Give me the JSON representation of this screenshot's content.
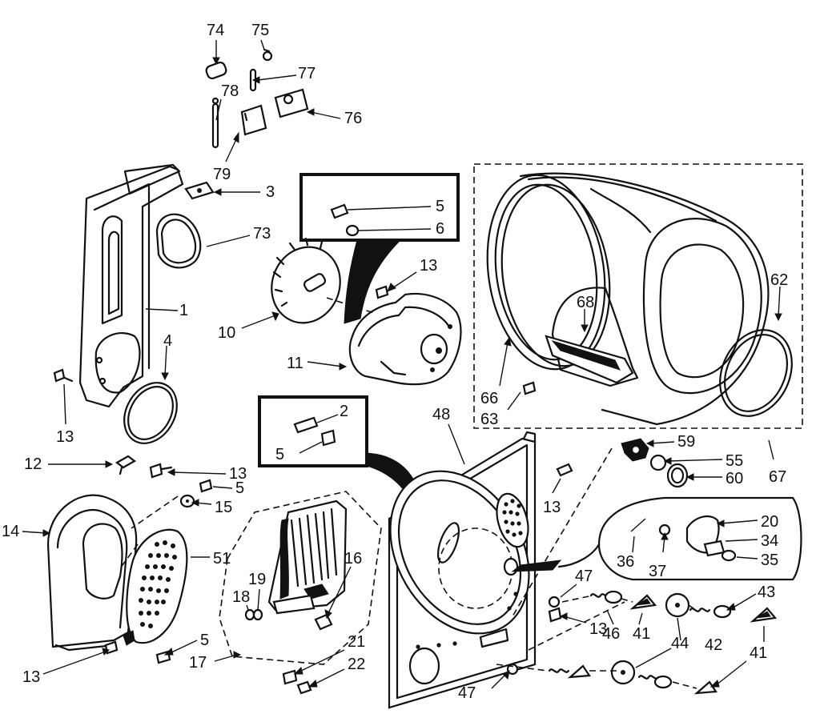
{
  "labels": {
    "p74": "74",
    "p75": "75",
    "p77": "77",
    "p78": "78",
    "p76": "76",
    "p79": "79",
    "p3": "3",
    "p73": "73",
    "p1": "1",
    "p4": "4",
    "p13a": "13",
    "p5a": "5",
    "p6": "6",
    "p13b": "13",
    "p10": "10",
    "p11": "11",
    "p68": "68",
    "p62": "62",
    "p66": "66",
    "p63": "63",
    "p12": "12",
    "p13c": "13",
    "p5b": "5",
    "p15": "15",
    "p2": "2",
    "p5c": "5",
    "p48": "48",
    "p13d": "13",
    "p59": "59",
    "p55": "55",
    "p60": "60",
    "p67": "67",
    "p14": "14",
    "p51": "51",
    "p19": "19",
    "p18": "18",
    "p16": "16",
    "p5d": "5",
    "p13e": "13",
    "p17": "17",
    "p21": "21",
    "p22": "22",
    "p20": "20",
    "p34": "34",
    "p35": "35",
    "p36": "36",
    "p37": "37",
    "p47a": "47",
    "p13f": "13",
    "p46": "46",
    "p41a": "41",
    "p44": "44",
    "p43": "43",
    "p42": "42",
    "p41b": "41",
    "p47b": "47"
  },
  "icons": {
    "drum": "dryer-drum-icon",
    "blower": "blower-housing-icon",
    "heater": "heating-element-icon",
    "bulkhead": "rear-bulkhead-icon"
  }
}
